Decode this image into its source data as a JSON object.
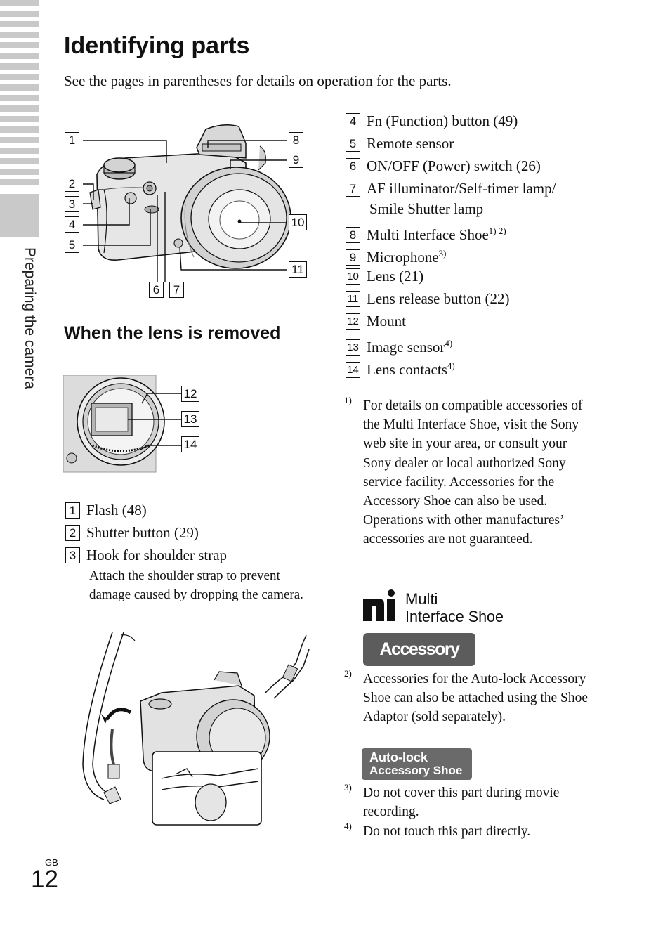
{
  "side_tab": {
    "label": "Preparing the camera"
  },
  "title": "Identifying parts",
  "intro": "See the pages in parentheses for details on operation for the parts.",
  "section_heading": "When the lens is removed",
  "callouts_body": [
    "1",
    "2",
    "3",
    "4",
    "5",
    "6",
    "7",
    "8",
    "9",
    "10",
    "11"
  ],
  "callouts_mount": [
    "12",
    "13",
    "14"
  ],
  "parts_left": [
    {
      "num": "1",
      "text": "Flash (48)"
    },
    {
      "num": "2",
      "text": "Shutter button (29)"
    },
    {
      "num": "3",
      "text": "Hook for shoulder strap"
    }
  ],
  "strap_note": "Attach the shoulder strap to prevent damage caused by dropping the camera.",
  "parts_right": [
    {
      "num": "4",
      "text": "Fn (Function) button (49)",
      "sup": ""
    },
    {
      "num": "5",
      "text": "Remote sensor",
      "sup": ""
    },
    {
      "num": "6",
      "text": "ON/OFF (Power) switch (26)",
      "sup": ""
    },
    {
      "num": "7",
      "text": "AF illuminator/Self-timer lamp/",
      "sup": ""
    },
    {
      "num": "",
      "text": "Smile Shutter lamp",
      "sup": ""
    },
    {
      "num": "8",
      "text": "Multi Interface Shoe",
      "sup": "1) 2)"
    },
    {
      "num": "9",
      "text": "Microphone",
      "sup": "3)"
    },
    {
      "num": "10",
      "text": "Lens (21)",
      "sup": ""
    },
    {
      "num": "11",
      "text": "Lens release button (22)",
      "sup": ""
    },
    {
      "num": "12",
      "text": "Mount",
      "sup": ""
    },
    {
      "num": "13",
      "text": "Image sensor",
      "sup": "4)"
    },
    {
      "num": "14",
      "text": "Lens contacts",
      "sup": "4)"
    }
  ],
  "footnotes": [
    {
      "mark": "1)",
      "text": "For details on compatible accessories of the Multi Interface Shoe, visit the Sony web site in your area, or consult your Sony dealer or local authorized Sony service facility. Accessories for the Accessory Shoe can also be used. Operations with other manufactures’ accessories are not guaranteed."
    },
    {
      "mark": "2)",
      "text": "Accessories for the Auto-lock Accessory Shoe can also be attached using the Shoe Adaptor (sold separately)."
    },
    {
      "mark": "3)",
      "text": "Do not cover this part during movie recording."
    },
    {
      "mark": "4)",
      "text": "Do not touch this part directly."
    }
  ],
  "logos": {
    "mis_line1": "Multi",
    "mis_line2": "Interface Shoe",
    "accessory_shoe": "Accessory Shoe",
    "autolock_line1": "Auto-lock",
    "autolock_line2": "Accessory Shoe"
  },
  "footer": {
    "region": "GB",
    "page": "12"
  }
}
